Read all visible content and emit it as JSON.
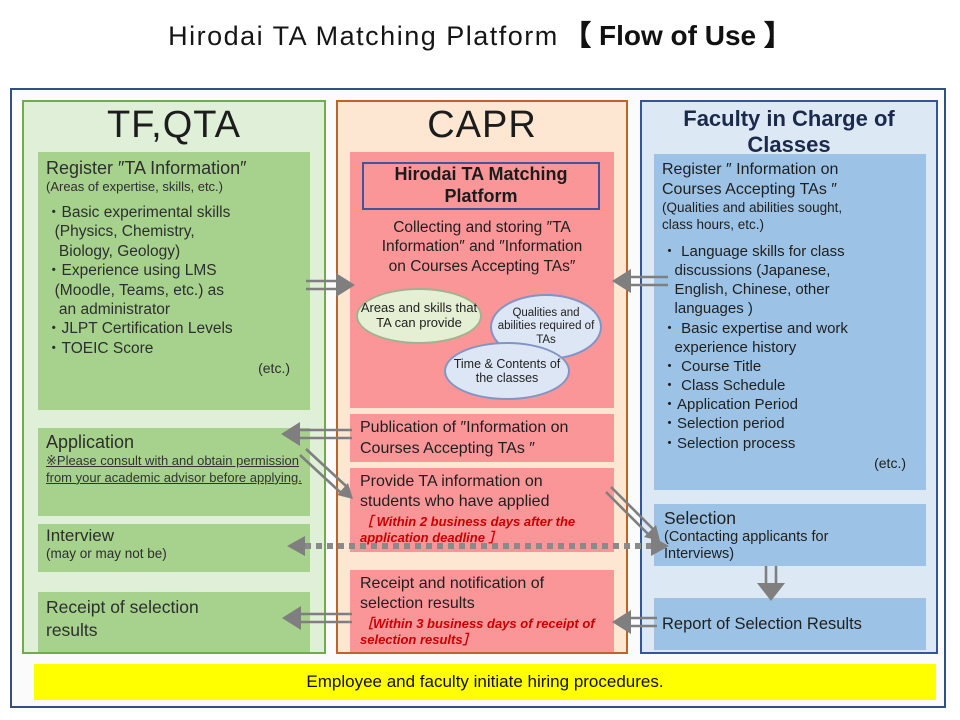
{
  "title": {
    "main": "Hirodai TA Matching Platform",
    "bracket": "【 Flow of Use 】"
  },
  "columns": {
    "tf_qta": {
      "header": "TF,QTA",
      "register_box": {
        "title": "Register ″TA Information″",
        "subtitle": "(Areas of expertise, skills, etc.)",
        "bullets": [
          "・Basic experimental skills\n  (Physics, Chemistry,\n   Biology, Geology)",
          "・Experience using LMS\n  (Moodle, Teams, etc.) as\n   an administrator",
          "・JLPT Certification Levels",
          "・TOEIC Score"
        ],
        "etc": "(etc.)"
      },
      "application_box": {
        "title": "Application",
        "note": "※Please consult with and obtain permission from your academic advisor before applying."
      },
      "interview_box": {
        "title": "Interview",
        "subtitle": "(may or may not be)"
      },
      "receipt_box": {
        "title": "Receipt of selection\nresults"
      }
    },
    "capr": {
      "header": "CAPR",
      "platform_box": {
        "title": "Hirodai TA Matching Platform"
      },
      "collect_text": "Collecting and storing ″TA\nInformation″ and ″Information\non Courses Accepting TAs″",
      "ellipses": [
        {
          "label": "Areas and skills that TA can provide"
        },
        {
          "label": "Qualities and abilities required of TAs"
        },
        {
          "label": "Time & Contents of the classes"
        }
      ],
      "publication_box": {
        "text": "Publication of ″Information on\nCourses Accepting TAs ″"
      },
      "provide_box": {
        "text": "Provide TA information on\nstudents who have applied",
        "note": "［ Within 2 business days after the\napplication deadline ］"
      },
      "notification_box": {
        "text": "Receipt and notification of\nselection results",
        "note": "［Within 3 business days of receipt of\nselection results］"
      }
    },
    "faculty": {
      "header": "Faculty in Charge of\nClasses",
      "register_box": {
        "title": "Register ″ Information on\nCourses Accepting TAs ″",
        "subtitle": "(Qualities and abilities sought,\nclass hours, etc.)",
        "bullets": [
          "・ Language skills for class\n   discussions (Japanese,\n   English, Chinese, other\n   languages )",
          "・ Basic expertise and work\n   experience history",
          "・ Course Title",
          "・ Class Schedule",
          "・Application Period",
          "・Selection period",
          "・Selection process"
        ],
        "etc": "(etc.)"
      },
      "selection_box": {
        "title": "Selection",
        "subtitle": "(Contacting applicants for\nInterviews)"
      },
      "report_box": {
        "title": "Report of Selection Results"
      }
    }
  },
  "footer": {
    "text": "Employee and faculty initiate hiring procedures."
  },
  "colors": {
    "green_panel": "#e0efd8",
    "green_box": "#a6d28e",
    "green_border": "#6fad4c",
    "peach_panel": "#fde7d3",
    "pink_box": "#fa9598",
    "orange_border": "#bf632c",
    "blue_panel": "#dce8f4",
    "blue_box": "#9cc3e5",
    "blue_border": "#35549b",
    "navy_border": "#33507e",
    "yellow_bar": "#ffff00",
    "arrow_gray": "#7f7f7f",
    "red_note": "#c80000"
  }
}
